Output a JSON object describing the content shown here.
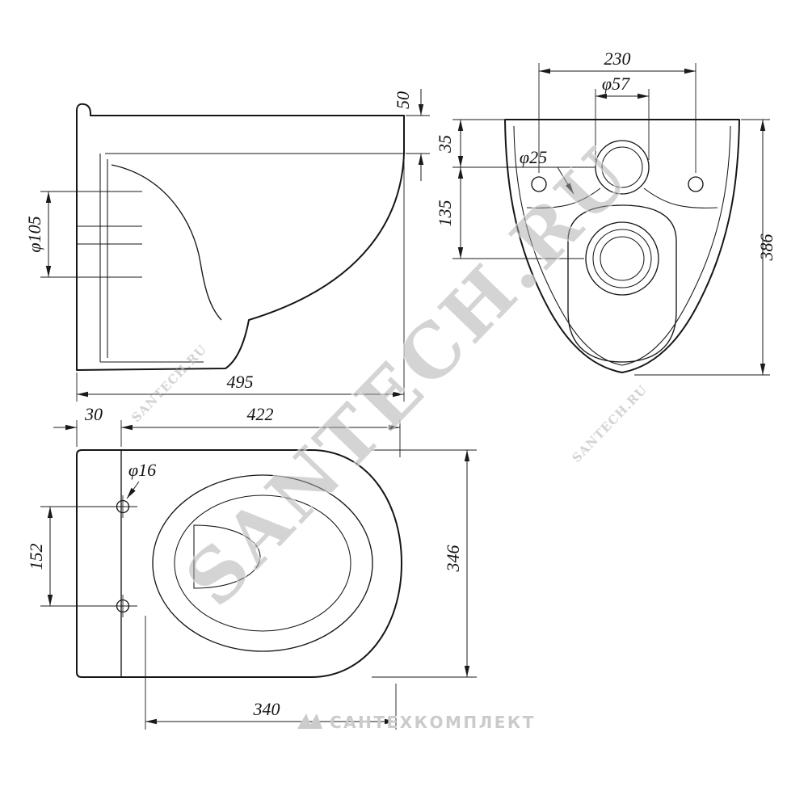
{
  "page": {
    "background": "#ffffff",
    "line_color": "#1a1a1a",
    "watermark_color": "#c6c6c6"
  },
  "watermarks": {
    "main": "SANTECH.RU",
    "small_left": "SANTECH.RU",
    "small_right": "SANTECH.RU",
    "bottom_brand": "САНТЕХКОМПЛЕКТ"
  },
  "views": {
    "side": {
      "dims": {
        "rim_thickness": "50",
        "outlet_diameter": "φ105",
        "overall_depth": "495"
      }
    },
    "rear": {
      "dims": {
        "fixing_hole_spacing": "230",
        "inlet_diameter": "φ57",
        "fixing_hole_diameter": "φ25",
        "inlet_offset_from_top": "35",
        "inlet_to_outlet_distance": "135",
        "overall_height": "386"
      }
    },
    "top": {
      "dims": {
        "flange_depth": "30",
        "body_depth": "422",
        "seat_hole_diameter": "φ16",
        "seat_hole_spacing": "152",
        "overall_width": "346",
        "bowl_length": "340"
      }
    }
  }
}
